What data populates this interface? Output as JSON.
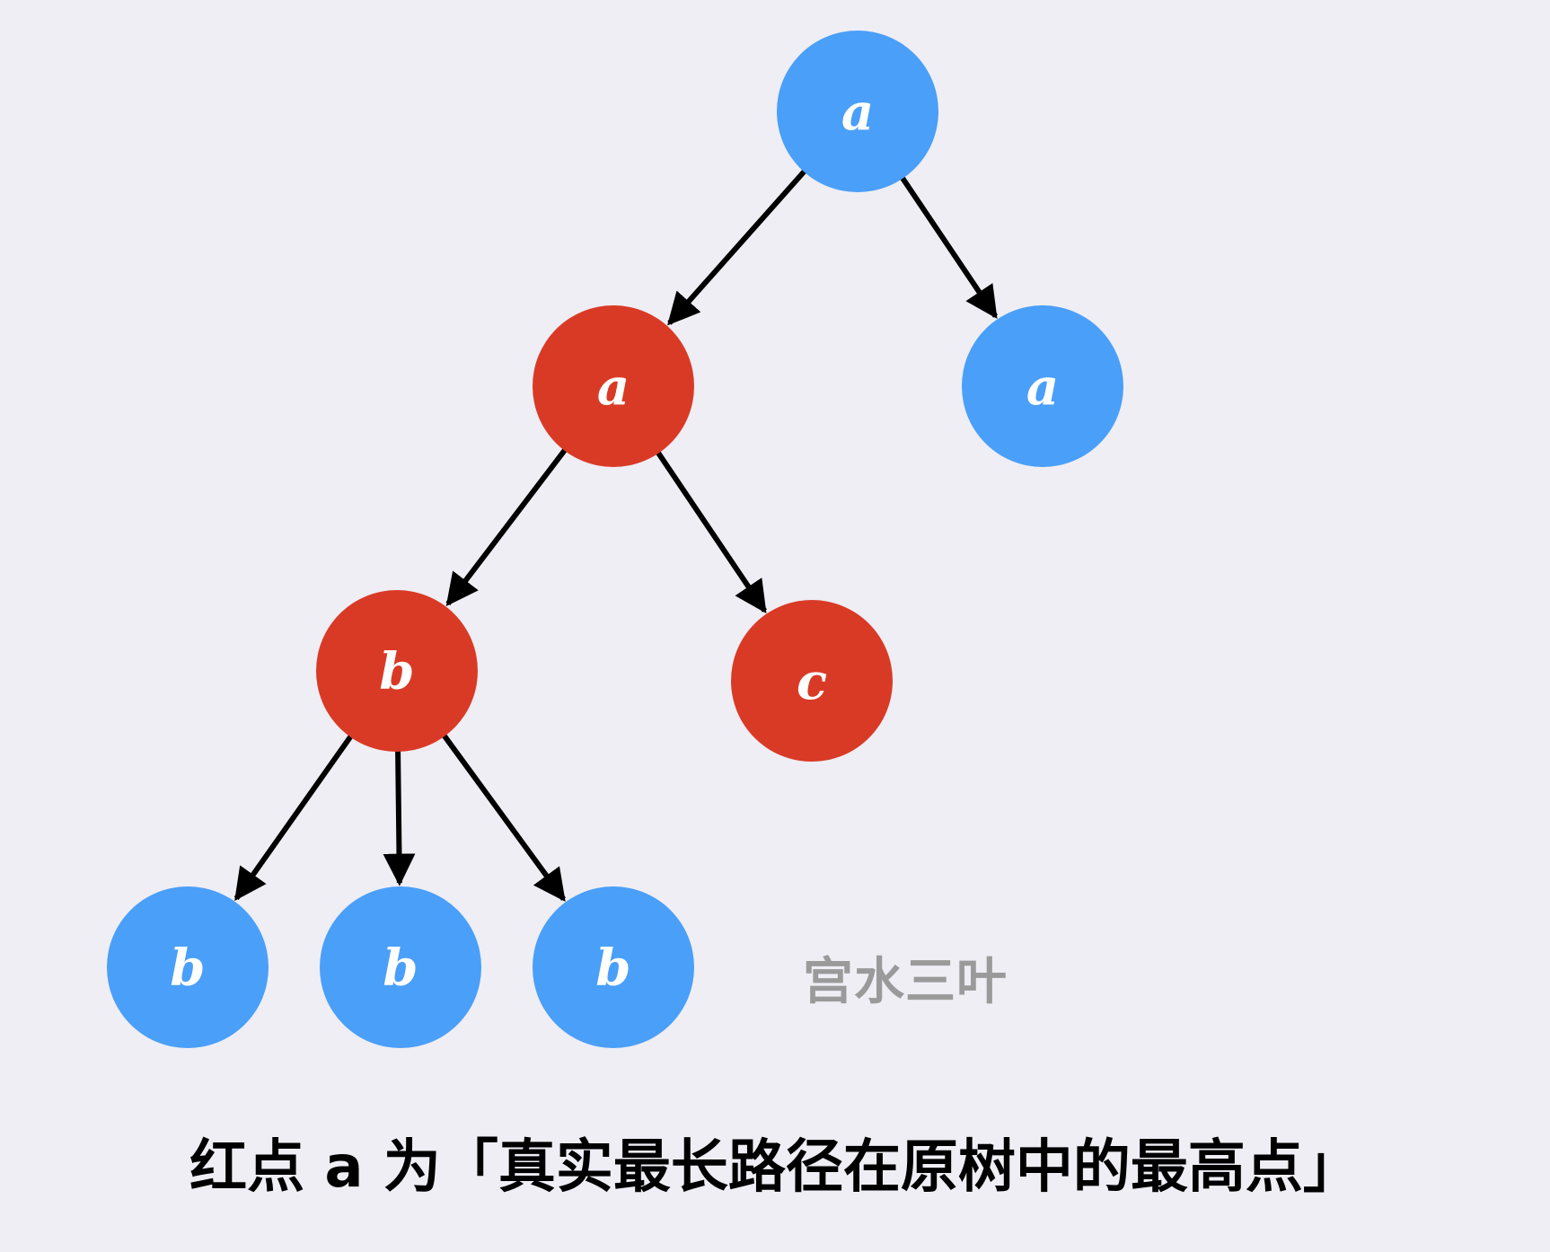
{
  "colors": {
    "background": "#efeef4",
    "blue_node": "#4a9ff8",
    "red_node": "#d93a26",
    "edge": "#000000",
    "node_text": "#ffffff",
    "watermark": "#9a9a9a",
    "caption": "#000000"
  },
  "tree": {
    "nodes": [
      {
        "id": "root",
        "label": "a",
        "color": "blue"
      },
      {
        "id": "n1",
        "label": "a",
        "color": "red"
      },
      {
        "id": "n2",
        "label": "a",
        "color": "blue"
      },
      {
        "id": "n3",
        "label": "b",
        "color": "red"
      },
      {
        "id": "n4",
        "label": "c",
        "color": "red"
      },
      {
        "id": "n5",
        "label": "b",
        "color": "blue"
      },
      {
        "id": "n6",
        "label": "b",
        "color": "blue"
      },
      {
        "id": "n7",
        "label": "b",
        "color": "blue"
      }
    ],
    "edges": [
      {
        "from": "root",
        "to": "n1"
      },
      {
        "from": "root",
        "to": "n2"
      },
      {
        "from": "n1",
        "to": "n3"
      },
      {
        "from": "n1",
        "to": "n4"
      },
      {
        "from": "n3",
        "to": "n5"
      },
      {
        "from": "n3",
        "to": "n6"
      },
      {
        "from": "n3",
        "to": "n7"
      }
    ]
  },
  "watermark": "宫水三叶",
  "caption": "红点 a 为「真实最长路径在原树中的最高点」"
}
